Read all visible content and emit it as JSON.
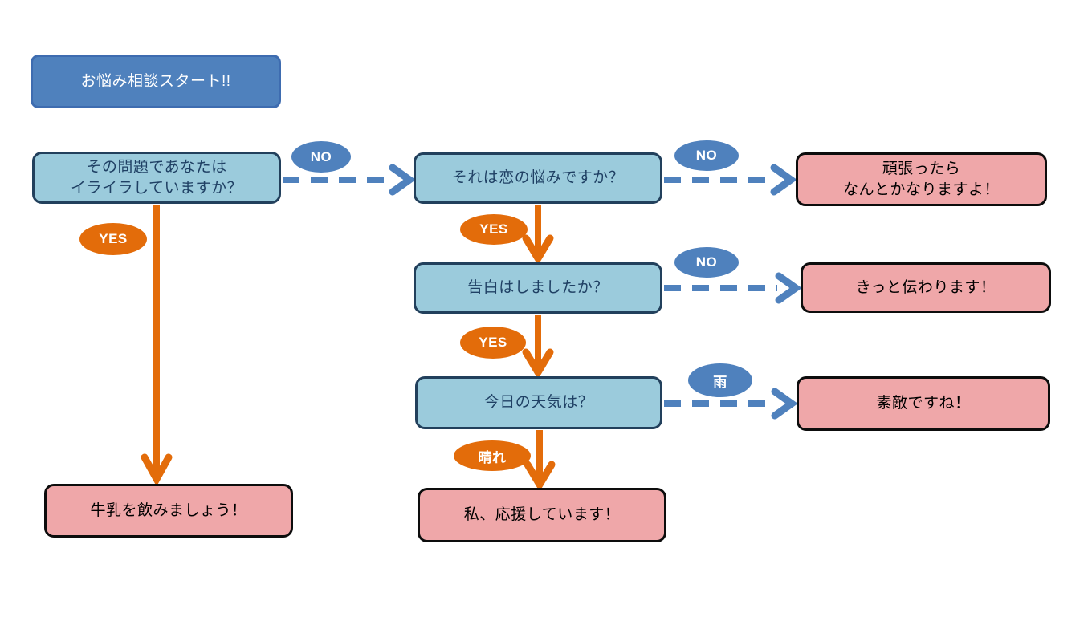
{
  "diagram_title": "お悩み相談スタート!!",
  "nodes": {
    "start": {
      "label": "お悩み相談スタート!!"
    },
    "q1": {
      "label": "その問題であなたは\nイライラしていますか？"
    },
    "q2": {
      "label": "それは恋の悩みですか？"
    },
    "q3": {
      "label": "告白はしましたか？"
    },
    "q4": {
      "label": "今日の天気は？"
    },
    "r_milk": {
      "label": "牛乳を飲みましょう！"
    },
    "r_ganbare": {
      "label": "頑張ったら\nなんとかなりますよ！"
    },
    "r_kitto": {
      "label": "きっと伝わります！"
    },
    "r_suteki": {
      "label": "素敵ですね！"
    },
    "r_ouen": {
      "label": "私、応援しています！"
    }
  },
  "badges": {
    "no1": "NO",
    "no2": "NO",
    "no3": "NO",
    "yes1": "YES",
    "yes2": "YES",
    "yes3": "YES",
    "rain": "雨",
    "sunny": "晴れ"
  },
  "colors": {
    "start_blue": "#4f81bd",
    "question_fill": "#9bcbdc",
    "question_border": "#22405c",
    "question_text": "#1f4064",
    "result_fill": "#efa7a9",
    "result_border": "#0d0d0d",
    "yes_orange": "#e36c0a",
    "no_blue": "#4f81bd",
    "background": "#ffffff"
  }
}
